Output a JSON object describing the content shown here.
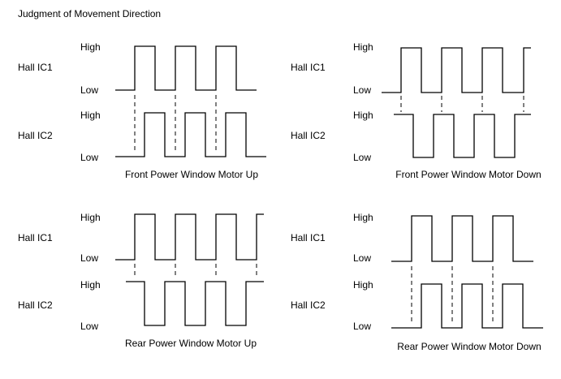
{
  "title": "Judgment of Movement Direction",
  "colors": {
    "ink": "#000000",
    "background": "#ffffff"
  },
  "panels": [
    {
      "caption": "Front Power Window Motor Up",
      "signals": [
        {
          "name": "Hall IC1",
          "high_label": "High",
          "low_label": "Low"
        },
        {
          "name": "Hall IC2",
          "high_label": "High",
          "low_label": "Low"
        }
      ]
    },
    {
      "caption": "Front Power Window Motor Down",
      "signals": [
        {
          "name": "Hall IC1",
          "high_label": "High",
          "low_label": "Low"
        },
        {
          "name": "Hall IC2",
          "high_label": "High",
          "low_label": "Low"
        }
      ]
    },
    {
      "caption": "Rear Power Window Motor Up",
      "signals": [
        {
          "name": "Hall IC1",
          "high_label": "High",
          "low_label": "Low"
        },
        {
          "name": "Hall IC2",
          "high_label": "High",
          "low_label": "Low"
        }
      ]
    },
    {
      "caption": "Rear Power Window Motor Down",
      "signals": [
        {
          "name": "Hall IC1",
          "high_label": "High",
          "low_label": "Low"
        },
        {
          "name": "Hall IC2",
          "high_label": "High",
          "low_label": "Low"
        }
      ]
    }
  ]
}
